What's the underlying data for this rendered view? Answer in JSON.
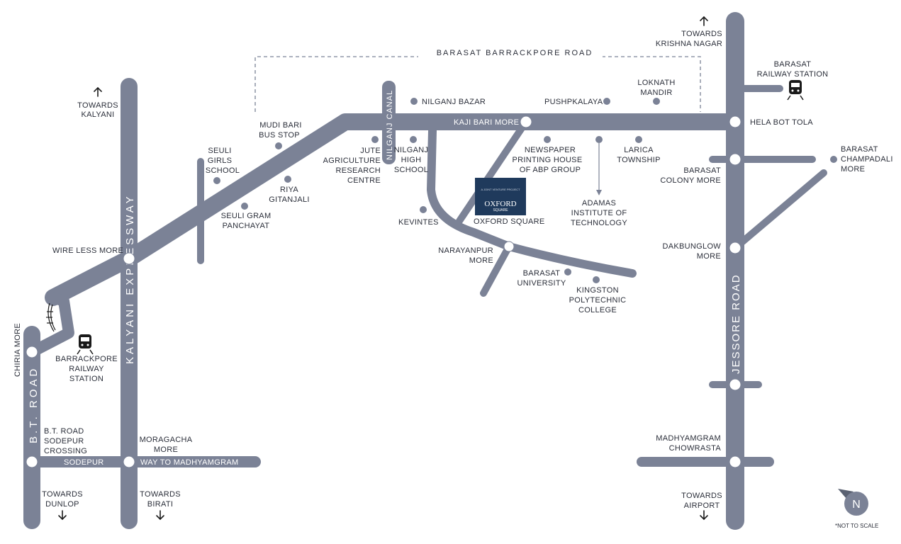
{
  "colors": {
    "road": "#7b8296",
    "text": "#2b2f3a",
    "marker_fill": "#1f3a5c",
    "background": "#ffffff"
  },
  "roads": {
    "bt_road": "B.T. ROAD",
    "kalyani_expressway": "KALYANI EXPRESSWAY",
    "jessore_road": "JESSORE ROAD",
    "nilganj_canal": "NILGANJ CANAL",
    "barasat_barrackpore_road": "BARASAT BARRACKPORE ROAD",
    "kaji_bari_more": "KAJI BARI MORE",
    "sodepur": "SODEPUR",
    "way_to_madhyamgram": "WAY TO MADHYAMGRAM"
  },
  "directions": {
    "towards_kalyani": [
      "TOWARDS",
      "KALYANI"
    ],
    "towards_krishna_nagar": [
      "TOWARDS",
      "KRISHNA NAGAR"
    ],
    "towards_dunlop": [
      "TOWARDS",
      "DUNLOP"
    ],
    "towards_birati": [
      "TOWARDS",
      "BIRATI"
    ],
    "towards_airport": [
      "TOWARDS",
      "AIRPORT"
    ]
  },
  "places": {
    "chiria_more": "CHIRIA MORE",
    "barrackpore_station": [
      "BARRACKPORE",
      "RAILWAY",
      "STATION"
    ],
    "bt_sodepur_crossing": [
      "B.T. ROAD",
      "SODEPUR",
      "CROSSING"
    ],
    "moragacha_more": [
      "MORAGACHA",
      "MORE"
    ],
    "wire_less_more": "WIRE LESS MORE",
    "seuli_girls_school": [
      "SEULI",
      "GIRLS",
      "SCHOOL"
    ],
    "mudi_bari": [
      "MUDI BARI",
      "BUS STOP"
    ],
    "seuli_gram": [
      "SEULI GRAM",
      "PANCHAYAT"
    ],
    "riya_gitanjali": [
      "RIYA",
      "GITANJALI"
    ],
    "jute_centre": [
      "JUTE",
      "AGRICULTURE",
      "RESEARCH",
      "CENTRE"
    ],
    "nilganj_bazar": "NILGANJ BAZAR",
    "nilganj_high_school": [
      "NILGANJ",
      "HIGH",
      "SCHOOL"
    ],
    "kevintes": "KEVINTES",
    "oxford_square": "OXFORD SQUARE",
    "narayanpur_more": [
      "NARAYANPUR",
      "MORE"
    ],
    "barasat_university": [
      "BARASAT",
      "UNIVERSITY"
    ],
    "kingston": [
      "KINGSTON",
      "POLYTECHNIC",
      "COLLEGE"
    ],
    "newspaper": [
      "NEWSPAPER",
      "PRINTING HOUSE",
      "OF ABP GROUP"
    ],
    "adamas": [
      "ADAMAS",
      "INSTITUTE OF",
      "TECHNOLOGY"
    ],
    "pushpkalaya": "PUSHPKALAYA",
    "loknath_mandir": [
      "LOKNATH",
      "MANDIR"
    ],
    "larica": [
      "LARICA",
      "TOWNSHIP"
    ],
    "hela_bot_tola": "HELA BOT TOLA",
    "barasat_station": [
      "BARASAT",
      "RAILWAY STATION"
    ],
    "barasat_colony_more": [
      "BARASAT",
      "COLONY MORE"
    ],
    "barasat_champadali": [
      "BARASAT",
      "CHAMPADALI",
      "MORE"
    ],
    "dakbunglow_more": [
      "DAKBUNGLOW",
      "MORE"
    ],
    "madhyamgram_chowrasta": [
      "MADHYAMGRAM",
      "CHOWRASTA"
    ]
  },
  "logo": {
    "top": "A JOINT VENTURE PROJECT",
    "name": "OXFORD",
    "sub": "SQUARE"
  },
  "compass": {
    "letter": "N",
    "note": "*NOT TO SCALE"
  },
  "icons": {
    "train": "train-icon",
    "bridge": "bridge-icon",
    "arrow_up": "arrow-up-icon",
    "arrow_down": "arrow-down-icon",
    "compass": "compass-icon"
  }
}
